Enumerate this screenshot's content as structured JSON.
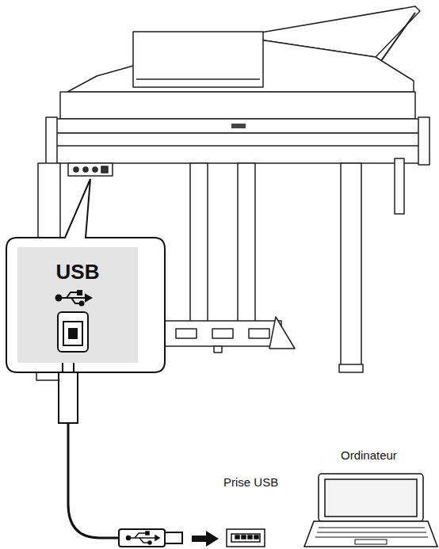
{
  "diagram": {
    "nodes": [
      {
        "text": [
          "USB"
        ]
      }
    ],
    "labels": [
      "Prise USB",
      "Ordinateur"
    ]
  }
}
